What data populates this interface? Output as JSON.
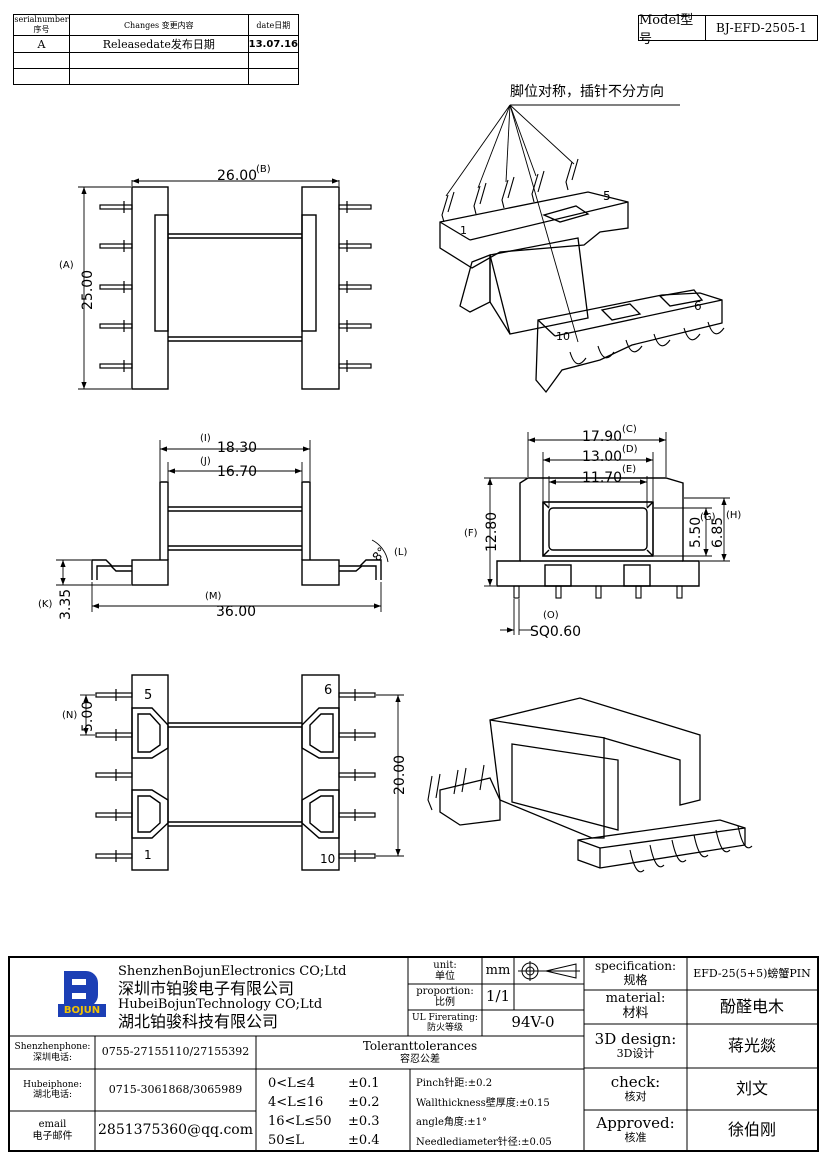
{
  "revision_table": {
    "headers": [
      "serialnumber序号",
      "Changes 变更内容",
      "date日期"
    ],
    "rows": [
      [
        "A",
        "Releasedate发布日期",
        "13.07.16"
      ],
      [
        "",
        "",
        ""
      ],
      [
        "",
        "",
        ""
      ]
    ]
  },
  "model": {
    "label": "Model型号",
    "value": "BJ-EFD-2505-1"
  },
  "note": "脚位对称，插针不分方向",
  "dimensions": {
    "top_width": "26.00",
    "top_width_ref": "(B)",
    "top_height": "25.00",
    "top_height_ref": "(A)",
    "i_val": "18.30",
    "i_ref": "(I)",
    "j_val": "16.70",
    "j_ref": "(J)",
    "m_val": "36.00",
    "m_ref": "(M)",
    "k_val": "3.35",
    "k_ref": "(K)",
    "l_val": "8°",
    "l_ref": "(L)",
    "c_val": "17.90",
    "c_ref": "(C)",
    "d_val": "13.00",
    "d_ref": "(D)",
    "e_val": "11.70",
    "e_ref": "(E)",
    "f_val": "12.80",
    "f_ref": "(F)",
    "g_val": "5.50",
    "g_ref": "(G)",
    "h_val": "6.85",
    "h_ref": "(H)",
    "o_val": "SQ0.60",
    "o_ref": "(O)",
    "n_val": "5.00",
    "n_ref": "(N)",
    "bottom_height": "20.00"
  },
  "pin_labels": {
    "p1": "1",
    "p5": "5",
    "p6": "6",
    "p10": "10"
  },
  "title_block": {
    "company_en1": "ShenzhenBojunElectronics CO;Ltd",
    "company_cn1": "深圳市铂骏电子有限公司",
    "company_en2": "HubeiBojunTechnology CO;Ltd",
    "company_cn2": "湖北铂骏科技有限公司",
    "logo_text": "BOJUN",
    "unit_label": "unit:",
    "unit_label_cn": "单位",
    "unit_value": "mm",
    "proportion_label": "proportion:",
    "proportion_label_cn": "比例",
    "proportion_value": "1/1",
    "ul_label": "UL Firerating:",
    "ul_label_cn": "防火等级",
    "ul_value": "94V-0",
    "spec_label": "specification:",
    "spec_label_cn": "规格",
    "spec_value": "EFD-25(5+5)螃蟹PIN",
    "material_label": "material:",
    "material_label_cn": "材料",
    "material_value": "酚醛电木",
    "design_label": "3D design:",
    "design_label_cn": "3D设计",
    "design_value": "蒋光燚",
    "check_label": "check:",
    "check_label_cn": "核对",
    "check_value": "刘文",
    "approved_label": "Approved:",
    "approved_label_cn": "核准",
    "approved_value": "徐伯刚",
    "sz_phone_label": "Shenzhenphone:",
    "sz_phone_label_cn": "深圳电话:",
    "sz_phone": "0755-27155110/27155392",
    "hb_phone_label": "Hubeiphone:",
    "hb_phone_label_cn": "湖北电话:",
    "hb_phone": "0715-3061868/3065989",
    "email_label": "email",
    "email_label_cn": "电子邮件",
    "email": "2851375360@qq.com",
    "tol_title": "Toleranttolerances",
    "tol_title_cn": "容忍公差",
    "tol_ranges": [
      "0<L≤4",
      "4<L≤16",
      "16<L≤50",
      "50≤L"
    ],
    "tol_values": [
      "±0.1",
      "±0.2",
      "±0.3",
      "±0.4"
    ],
    "tol_notes": [
      "Pinch针距:±0.2",
      "Wallthickness壁厚度:±0.15",
      "angle角度:±1°",
      "Needlediameter针径:±0.05"
    ]
  }
}
